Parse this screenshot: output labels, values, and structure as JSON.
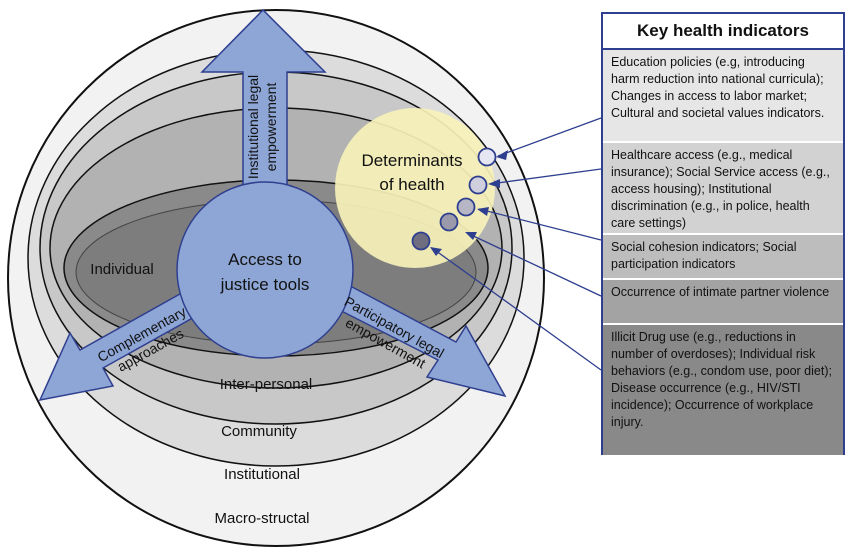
{
  "diagram": {
    "levels": {
      "individual": "Individual",
      "interpersonal": "Inter-personal",
      "community": "Community",
      "institutional": "Institutional",
      "macro": "Macro-structal"
    },
    "center": {
      "line1": "Access to",
      "line2": "justice tools"
    },
    "arrows": {
      "top": {
        "line1": "Institutional legal",
        "line2": "empowerment"
      },
      "left": {
        "line1": "Complementary",
        "line2": "approaches"
      },
      "right": {
        "line1": "Participatory legal",
        "line2": "empowerment"
      }
    },
    "determinants": {
      "line1": "Determinants",
      "line2": "of health"
    },
    "colors": {
      "arrow_fill": "#8ea6d6",
      "arrow_stroke": "#2f3f8f",
      "determinants_fill": "#f6f1b8",
      "key_border": "#2f3f8f"
    }
  },
  "key": {
    "title": "Key health indicators",
    "items": [
      {
        "text": "Education policies (e.g, introducing harm reduction into national curricula); Changes in access to labor market; Cultural and societal values indicators.",
        "bg": "#e6e6e6"
      },
      {
        "text": "Healthcare access (e.g., medical insurance); Social Service access (e.g., access housing); Institutional discrimination (e.g., in police, health care settings)",
        "bg": "#d2d2d2"
      },
      {
        "text": "Social cohesion indicators; Social participation indicators",
        "bg": "#bdbdbd"
      },
      {
        "text": "Occurrence of intimate partner violence",
        "bg": "#a3a3a3"
      },
      {
        "text": "Illicit Drug use (e.g., reductions in number of overdoses); Individual risk behaviors (e.g., condom use, poor diet); Disease occurrence (e.g., HIV/STI incidence); Occurrence of workplace injury.",
        "bg": "#898989"
      }
    ]
  }
}
